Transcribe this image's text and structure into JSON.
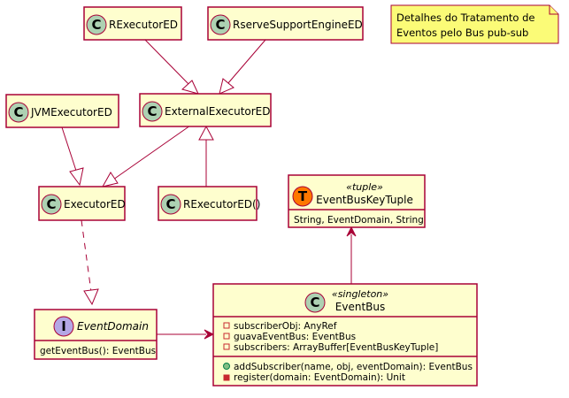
{
  "note": {
    "lines": [
      "Detalhes do Tratamento de",
      "Eventos pelo Bus pub-sub"
    ]
  },
  "classes": {
    "rexecutored": {
      "circle": "C",
      "name": "RExecutorED"
    },
    "rservesupport": {
      "circle": "C",
      "name": "RserveSupportEngineED"
    },
    "jvmexecutor": {
      "circle": "C",
      "name": "JVMExecutorED"
    },
    "externalexecutor": {
      "circle": "C",
      "name": "ExternalExecutorED"
    },
    "executored": {
      "circle": "C",
      "name": "ExecutorED"
    },
    "rexecutoredfn": {
      "circle": "C",
      "name": "RExecutorED()"
    },
    "eventbuskeytuple": {
      "circle": "T",
      "stereotype": "«tuple»",
      "name": "EventBusKeyTuple",
      "fields": [
        "String, EventDomain, String"
      ]
    },
    "eventdomain": {
      "circle": "I",
      "name": "EventDomain",
      "methods": [
        "getEventBus(): EventBus"
      ]
    },
    "eventbus": {
      "circle": "C",
      "stereotype": "«singleton»",
      "name": "EventBus",
      "fields": [
        "subscriberObj: AnyRef",
        "guavaEventBus: EventBus",
        "subscribers: ArrayBuffer[EventBusKeyTuple]"
      ],
      "methods": [
        "addSubscriber(name, obj, eventDomain): EventBus",
        "register(domain: EventDomain): Unit"
      ]
    }
  },
  "colors": {
    "box_fill": "#FEFECE",
    "border": "#A80036",
    "class_circle": "#ADD1B2",
    "interface_circle": "#B4A7E5",
    "tuple_circle": "#FF7700",
    "note_fill": "#FBFB77",
    "public_method": "#84BE84",
    "private_field": "#C82930"
  }
}
